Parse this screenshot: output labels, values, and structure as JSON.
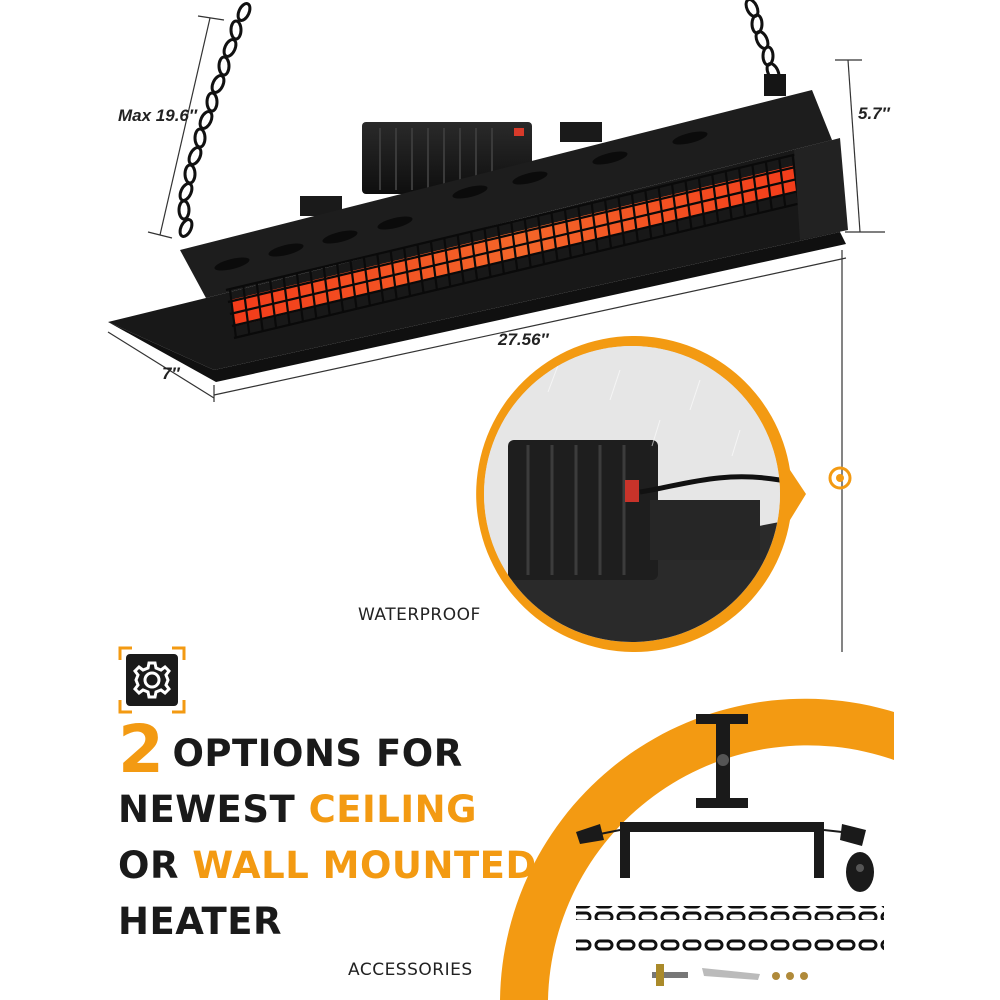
{
  "dimensions": {
    "max_height": "Max 19.6″",
    "body_height": "5.7″",
    "length": "27.56″",
    "depth": "7″"
  },
  "features": {
    "waterproof_label": "WATERPROOF",
    "accessories_label": "ACCESSORIES"
  },
  "headline": {
    "number": "2",
    "line1_rest": "OPTIONS FOR",
    "line2_prefix": "NEWEST",
    "line2_highlight": "CEILING",
    "line3_prefix": "OR",
    "line3_highlight": "WALL MOUNTED",
    "line4": "HEATER"
  },
  "colors": {
    "accent": "#f39a12",
    "heater_body": "#1c1c1c",
    "element_glow": "#ff4a1a",
    "text": "#1a1a1a"
  },
  "icons": [
    "gear-icon",
    "location-dot-icon"
  ]
}
